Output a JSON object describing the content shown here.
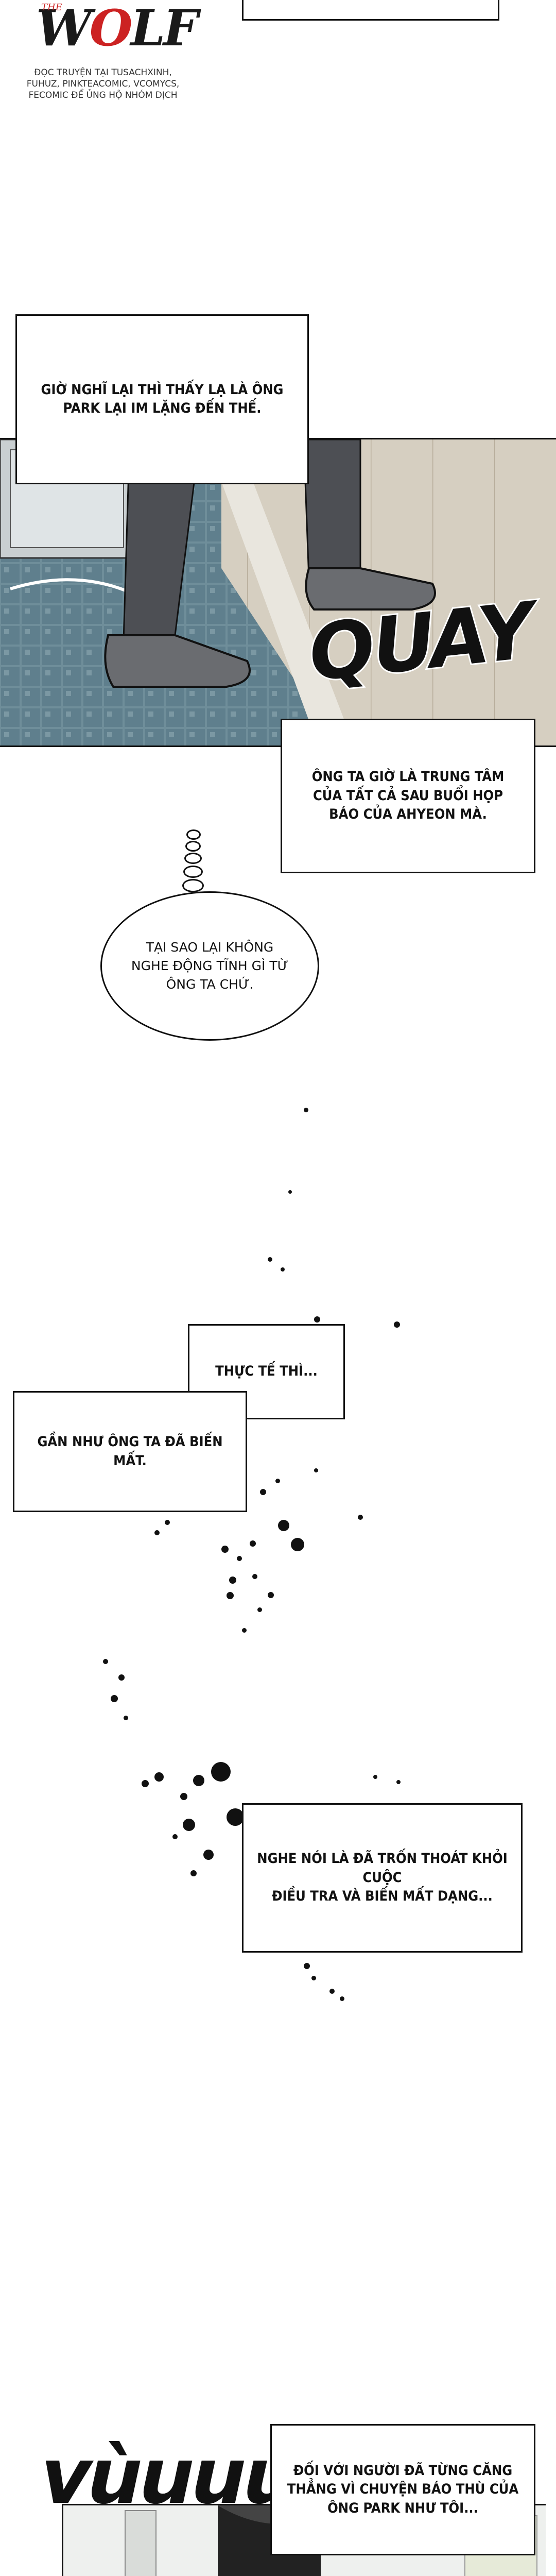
{
  "logo": {
    "part1": "W",
    "part2": "O",
    "part3": "LF",
    "small": "THE"
  },
  "credit": "ĐỌC TRUYỆN TẠI TUSACHXINH,\nFUHUZ, PINKTEACOMIC, VCOMYCS,\nFECOMIC ĐỂ ỦNG HỘ NHÓM DỊCH",
  "captions": [
    "GIỜ NGHĨ LẠI THÌ THẤY LẠ LÀ ÔNG\nPARK LẠI IM LẶNG ĐẾN THẾ.",
    "ÔNG TA GIỜ LÀ TRUNG TÂM\nCỦA TẤT CẢ SAU BUỔI HỌP\nBÁO CỦA AHYEON MÀ.",
    "THỰC TẾ THÌ...",
    "GẦN NHƯ ÔNG TA ĐÃ BIẾN MẤT.",
    "NGHE NÓI LÀ ĐÃ TRỐN THOÁT KHỎI CUỘC\nĐIỀU TRA VÀ BIẾN MẤT DẠNG...",
    "ĐỐI VỚI NGƯỜI ĐÃ TỪNG CĂNG\nTHẲNG VÌ CHUYỆN BÁO THÙ CỦA\nÔNG PARK NHƯ TÔI..."
  ],
  "thought": "TẠI SAO LẠI KHÔNG\nNGHE ĐỘNG TĨNH GÌ TỪ\nÔNG TA CHỨ.",
  "sfx": {
    "turn": "QUAY",
    "vroom": "vùuuuuu"
  },
  "colors": {
    "ink": "#111111",
    "floor": "#5f7f8d",
    "wood": "#cfc7b8",
    "logo_accent": "#cc2222"
  }
}
